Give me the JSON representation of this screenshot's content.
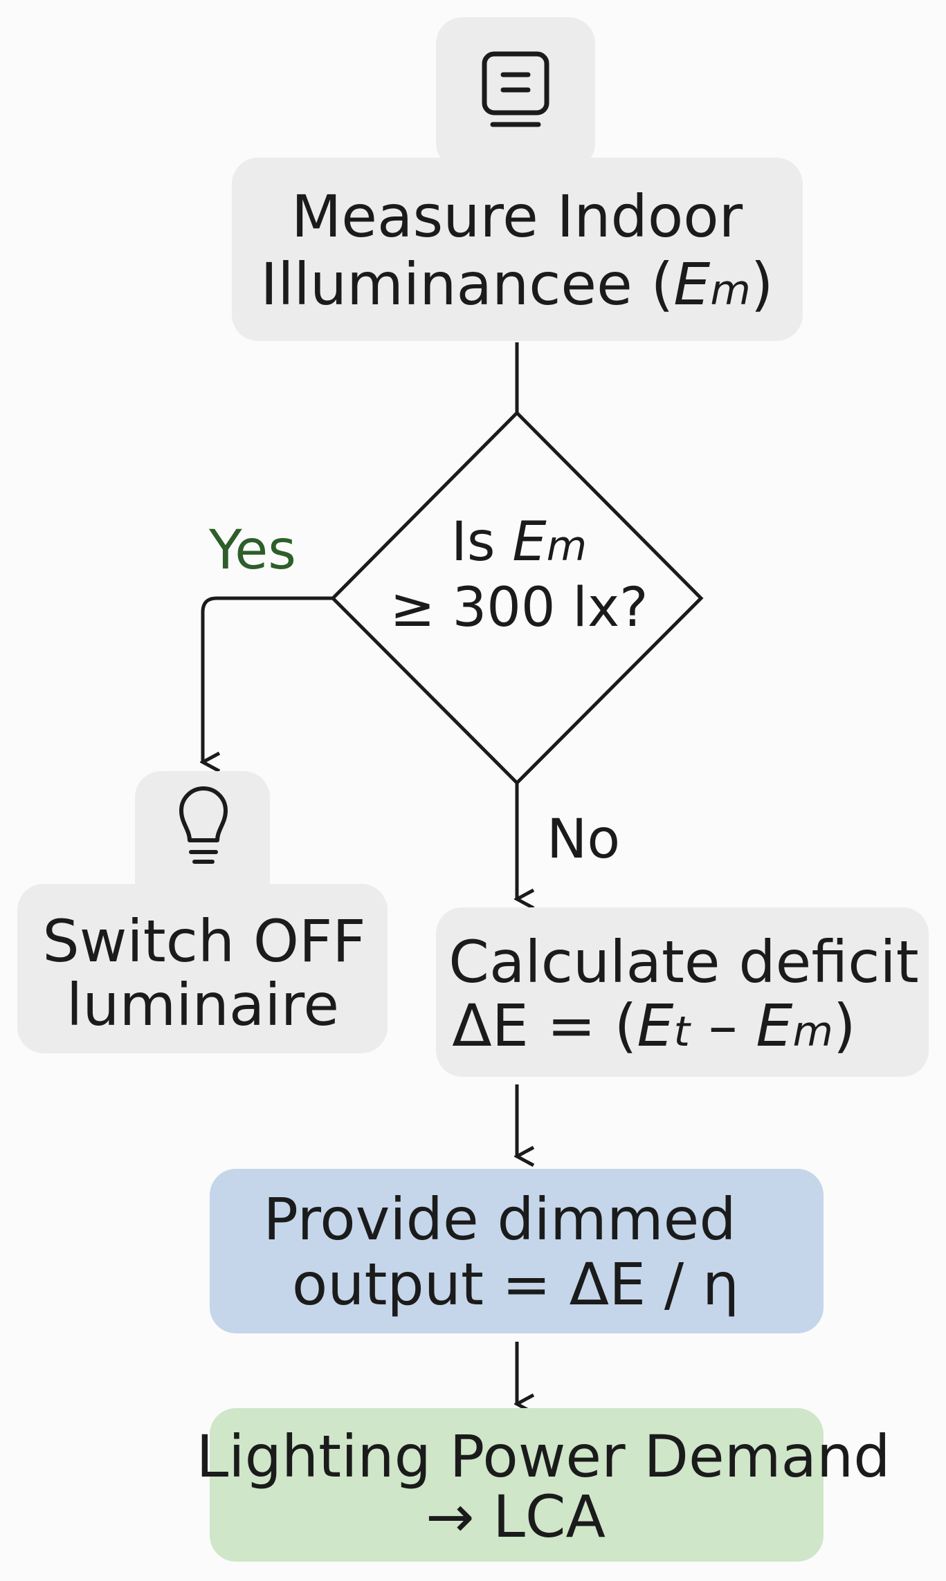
{
  "nodes": {
    "measure": {
      "line1": "Measure Indoor",
      "line2_prefix": "Illuminancee (",
      "line2_var": "E",
      "line2_sub": "m",
      "line2_suffix": ")",
      "icon": "document-icon",
      "fill": "#ececec"
    },
    "decision": {
      "line1_prefix": "Is ",
      "line1_var": "E",
      "line1_sub": "m",
      "line2": "≥ 300 lx?"
    },
    "switch_off": {
      "line1": "Switch OFF",
      "line2": "luminaire",
      "icon": "lightbulb-icon",
      "fill": "#ececec"
    },
    "deficit": {
      "line1": "Calculate deficit",
      "line2_prefix": "ΔE = (",
      "line2_var1": "E",
      "line2_sub1": "t",
      "line2_minus": " – ",
      "line2_var2": "E",
      "line2_sub2": "m",
      "line2_suffix": ")",
      "fill": "#ececec"
    },
    "dimmed": {
      "line1": "Provide dimmed",
      "line2": "output = ΔE / η",
      "fill": "#c5d6ea"
    },
    "power": {
      "line1": "Lighting Power Demand",
      "line2": "→ LCA",
      "fill": "#cfe6c9"
    }
  },
  "branches": {
    "yes_label": "Yes",
    "no_label": "No"
  },
  "colors": {
    "line": "#1b1b1b",
    "yes_text": "#2e5e2a",
    "neutral_box": "#ececec",
    "blue_box": "#c5d6ea",
    "green_box": "#cfe6c9"
  }
}
